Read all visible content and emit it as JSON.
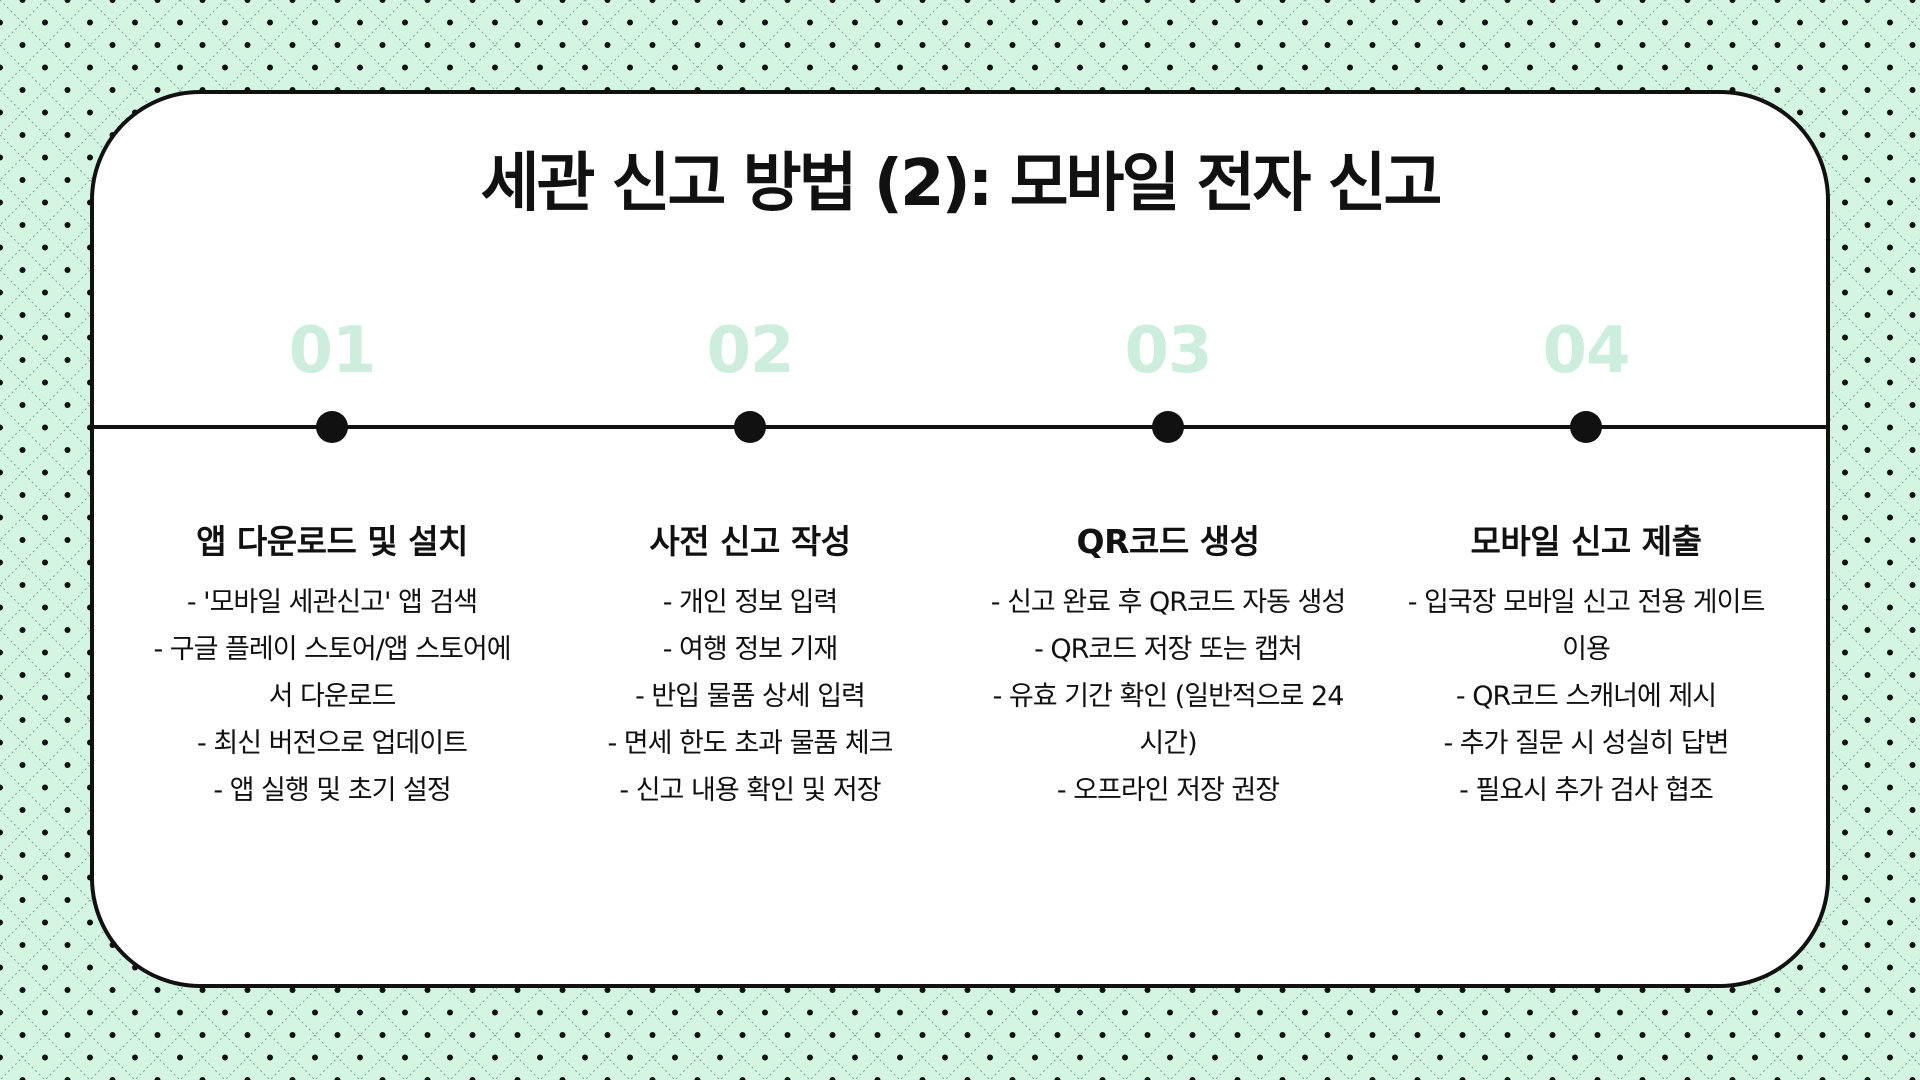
{
  "title": "세관 신고 방법 (2): 모바일 전자 신고",
  "colors": {
    "background": "#d4f5e2",
    "card": "#ffffff",
    "line": "#111111",
    "step_number": "#cdeedd"
  },
  "steps": [
    {
      "number": "01",
      "heading": "앱 다운로드 및 설치",
      "description": "- '모바일 세관신고' 앱 검색\n- 구글 플레이 스토어/앱 스토어에서 다운로드\n- 최신 버전으로 업데이트\n- 앱 실행 및 초기 설정"
    },
    {
      "number": "02",
      "heading": "사전 신고 작성",
      "description": "- 개인 정보 입력\n- 여행 정보 기재\n- 반입 물품 상세 입력\n- 면세 한도 초과 물품 체크\n- 신고 내용 확인 및 저장"
    },
    {
      "number": "03",
      "heading": "QR코드 생성",
      "description": "- 신고 완료 후 QR코드 자동 생성\n- QR코드 저장 또는 캡처\n- 유효 기간 확인 (일반적으로 24시간)\n- 오프라인 저장 권장"
    },
    {
      "number": "04",
      "heading": "모바일 신고 제출",
      "description": "- 입국장 모바일 신고 전용 게이트 이용\n- QR코드 스캐너에 제시\n- 추가 질문 시 성실히 답변\n- 필요시 추가 검사 협조"
    }
  ]
}
